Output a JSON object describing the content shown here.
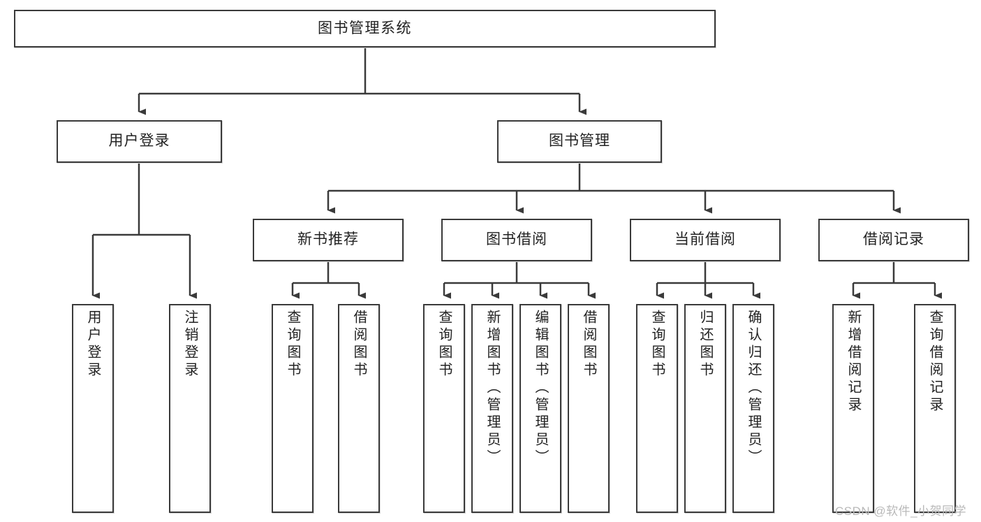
{
  "diagram": {
    "title": "图书管理系统",
    "root": {
      "label": "图书管理系统"
    },
    "level2": [
      {
        "label": "用户登录"
      },
      {
        "label": "图书管理"
      }
    ],
    "level3": [
      {
        "label": "新书推荐"
      },
      {
        "label": "图书借阅"
      },
      {
        "label": "当前借阅"
      },
      {
        "label": "借阅记录"
      }
    ],
    "leaves": [
      {
        "label": "用户登录"
      },
      {
        "label": "注销登录"
      },
      {
        "label": "查询图书"
      },
      {
        "label": "借阅图书"
      },
      {
        "label": "查询图书"
      },
      {
        "label": "新增图书（管理员）"
      },
      {
        "label": "编辑图书（管理员）"
      },
      {
        "label": "借阅图书"
      },
      {
        "label": "查询图书"
      },
      {
        "label": "归还图书"
      },
      {
        "label": "确认归还（管理员）"
      },
      {
        "label": "新增借阅记录"
      },
      {
        "label": "查询借阅记录"
      }
    ]
  },
  "watermark": {
    "text": "CSDN @软件_小贺同学"
  },
  "colors": {
    "border": "#3a3a3a",
    "text": "#222222",
    "background": "#ffffff",
    "watermark": "#b9b9b9"
  }
}
